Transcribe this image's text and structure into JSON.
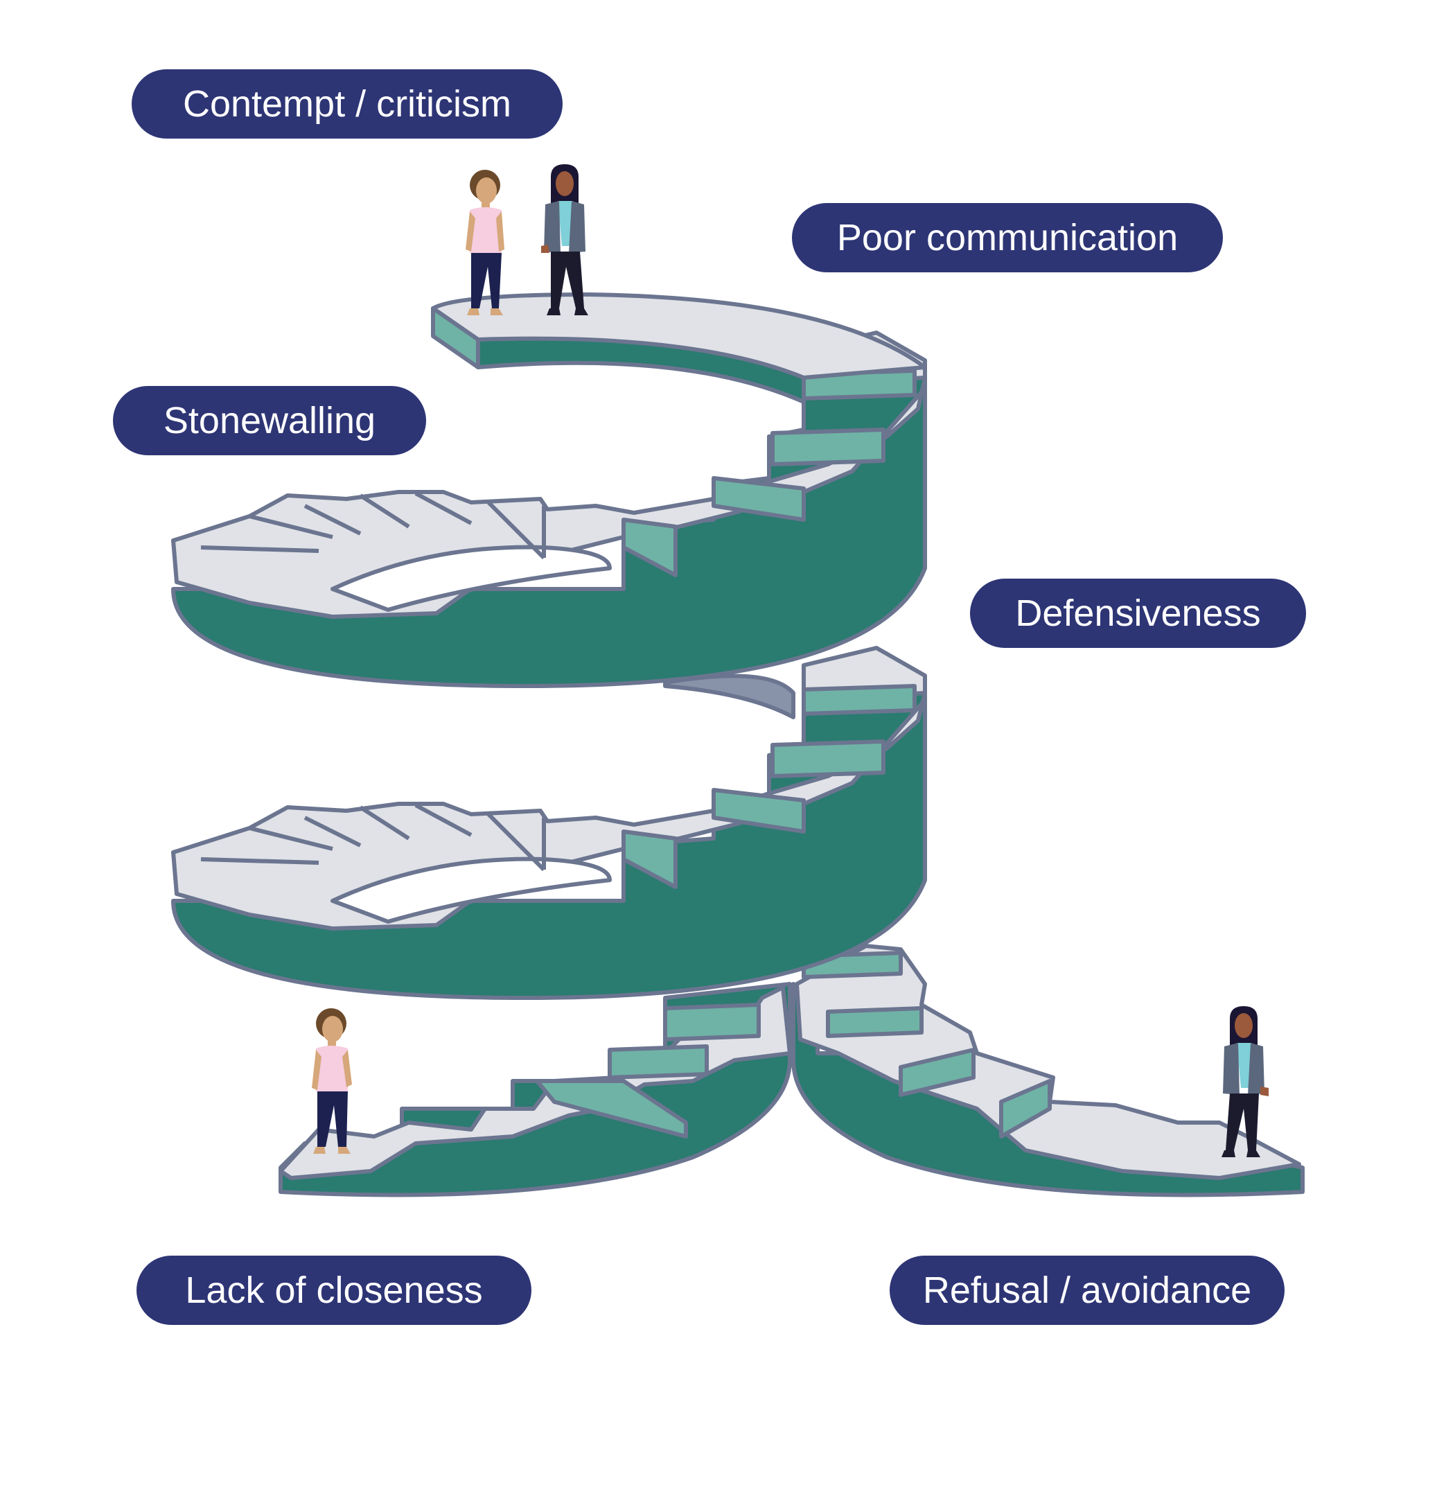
{
  "labels": {
    "contempt": "Contempt / criticism",
    "poor_communication": "Poor communication",
    "stonewalling": "Stonewalling",
    "defensiveness": "Defensiveness",
    "lack_of_closeness": "Lack of closeness",
    "refusal": "Refusal / avoidance"
  },
  "colors": {
    "label_bg": "#2e3575",
    "label_text": "#ffffff",
    "stair_side": "#2a7b70",
    "stair_riser": "#6fb3a6",
    "stair_tread": "#e0e2e7",
    "outline": "#6b7590",
    "inner_shadow": "#8892a8",
    "person_a_top": "#f7cde0",
    "person_a_skin": "#d6a77a",
    "person_b_jacket": "#5b677c",
    "person_b_skin": "#9b5a3c",
    "pants": "#1c2150"
  }
}
